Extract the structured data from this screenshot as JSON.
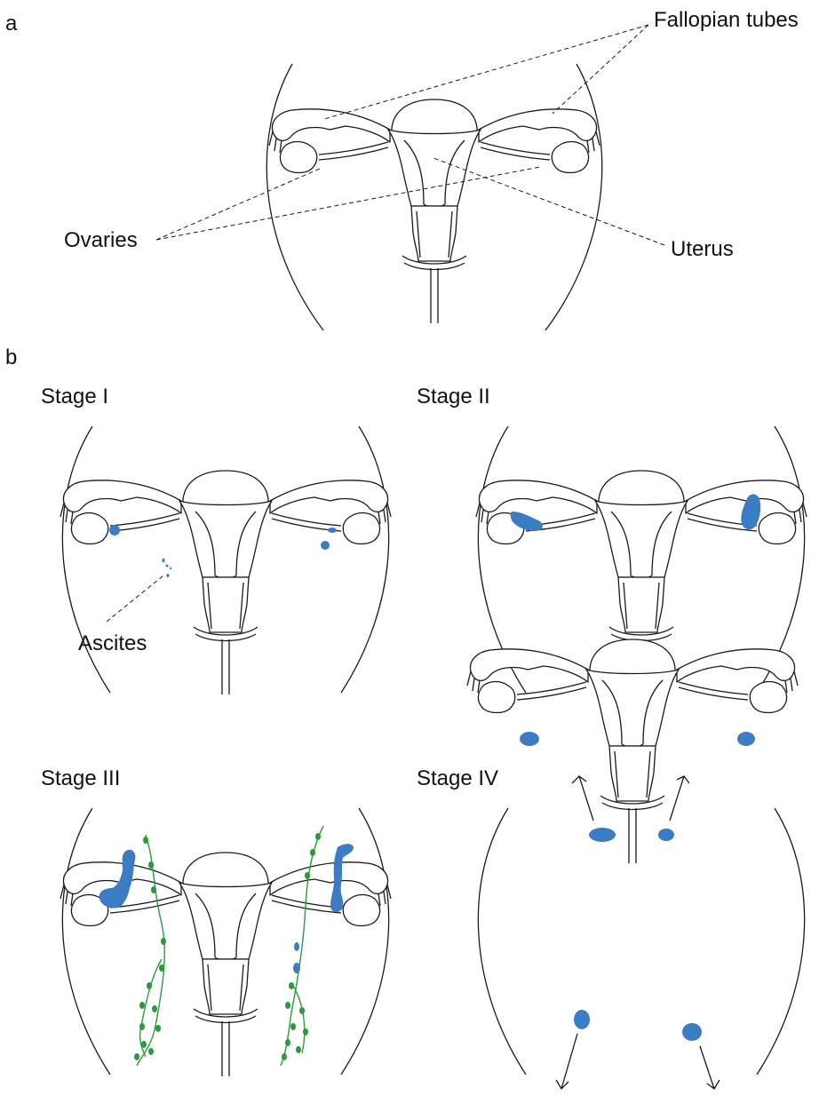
{
  "panel_a": {
    "letter": "a",
    "labels": {
      "fallopian_tubes": "Fallopian tubes",
      "ovaries": "Ovaries",
      "uterus": "Uterus"
    }
  },
  "panel_b": {
    "letter": "b",
    "stages": [
      {
        "id": "stage1",
        "title": "Stage I",
        "annotation": "Ascites"
      },
      {
        "id": "stage2",
        "title": "Stage II"
      },
      {
        "id": "stage3",
        "title": "Stage III"
      },
      {
        "id": "stage4",
        "title": "Stage IV"
      }
    ]
  },
  "colors": {
    "outline": "#1a1a1a",
    "tumor": "#3b7cc4",
    "lymph": "#2a9a3c",
    "background": "#ffffff"
  }
}
